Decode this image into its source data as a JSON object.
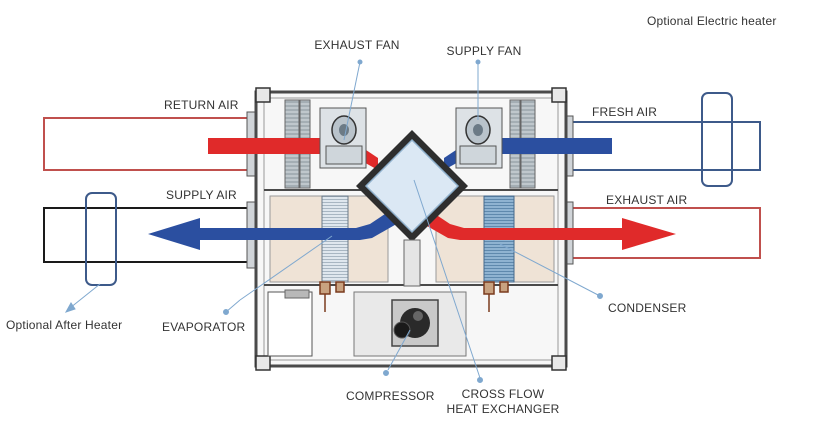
{
  "labels": {
    "exhaust_fan": "EXHAUST FAN",
    "supply_fan": "SUPPLY FAN",
    "optional_electric_heater": "Optional Electric heater",
    "return_air": "RETURN AIR",
    "fresh_air": "FRESH AIR",
    "supply_air": "SUPPLY AIR",
    "exhaust_air": "EXHAUST AIR",
    "optional_after_heater": "Optional After Heater",
    "evaporator": "EVAPORATOR",
    "condenser": "CONDENSER",
    "compressor": "COMPRESSOR",
    "cross_flow_line1": "CROSS FLOW",
    "cross_flow_line2": "HEAT EXCHANGER"
  },
  "colors": {
    "hot_air": "#e02a2a",
    "cold_air": "#2b4fa0",
    "duct_red": "#c0504d",
    "duct_blue": "#3d5a8a",
    "duct_black": "#1a1a1a",
    "leader_line": "#7fa8cf",
    "frame": "#4a4a4a"
  }
}
